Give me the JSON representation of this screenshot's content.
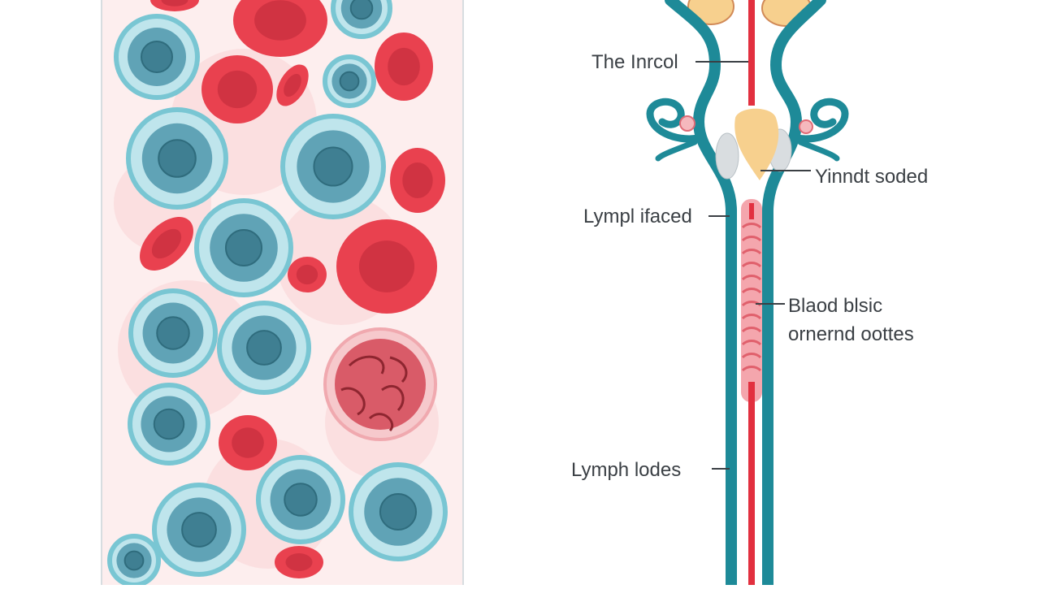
{
  "diagram": {
    "labels": [
      {
        "id": "the-inrcol",
        "text": "The Inrcol"
      },
      {
        "id": "ynndt-soded",
        "text": "Yinndt soded"
      },
      {
        "id": "lympl-ifaced",
        "text": "Lympl ifaced"
      },
      {
        "id": "blood-blsic-line1",
        "text": "Blaod blsic"
      },
      {
        "id": "blood-blsic-line2",
        "text": "ornernd oottes"
      },
      {
        "id": "lymph-lodes",
        "text": "Lymph lodes"
      }
    ]
  },
  "colors": {
    "panel_background": "#fdeeee",
    "lymphocyte_outer": "#79c6d3",
    "lymphocyte_inner": "#4f98ad",
    "lymphocyte_nucleus": "#3f7f92",
    "red_blood_cell": "#e9414f",
    "red_blood_cell_center": "#c92f3e",
    "teal_vessel": "#1e8a98",
    "red_vessel": "#e2303f",
    "pink_inner": "#f4a6ad",
    "gland": "#f7d08e",
    "leader_line": "#3a3f44"
  }
}
